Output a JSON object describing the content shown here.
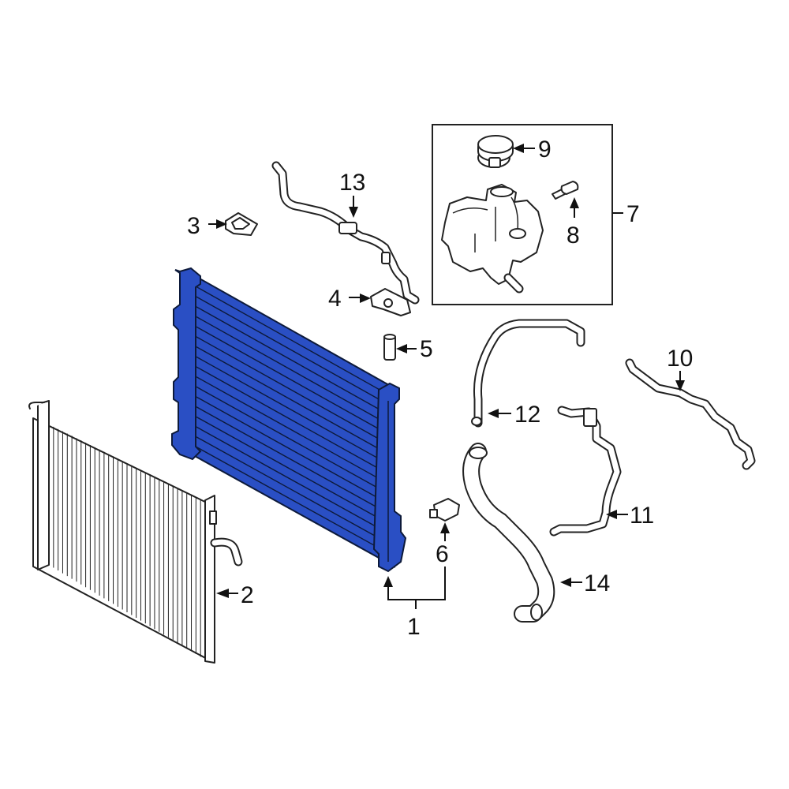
{
  "diagram": {
    "highlight_color": "#2a4fc4",
    "line_color": "#222222",
    "background": "#ffffff",
    "callouts": [
      {
        "id": "radiator",
        "label": "1"
      },
      {
        "id": "condenser",
        "label": "2"
      },
      {
        "id": "mount-3",
        "label": "3"
      },
      {
        "id": "bracket-4",
        "label": "4"
      },
      {
        "id": "sleeve-5",
        "label": "5"
      },
      {
        "id": "sensor-6",
        "label": "6"
      },
      {
        "id": "reservoir-assembly",
        "label": "7"
      },
      {
        "id": "bolt-8",
        "label": "8"
      },
      {
        "id": "cap-9",
        "label": "9"
      },
      {
        "id": "line-10",
        "label": "10"
      },
      {
        "id": "hose-11",
        "label": "11"
      },
      {
        "id": "hose-12",
        "label": "12"
      },
      {
        "id": "hose-13",
        "label": "13"
      },
      {
        "id": "hose-14",
        "label": "14"
      }
    ]
  }
}
